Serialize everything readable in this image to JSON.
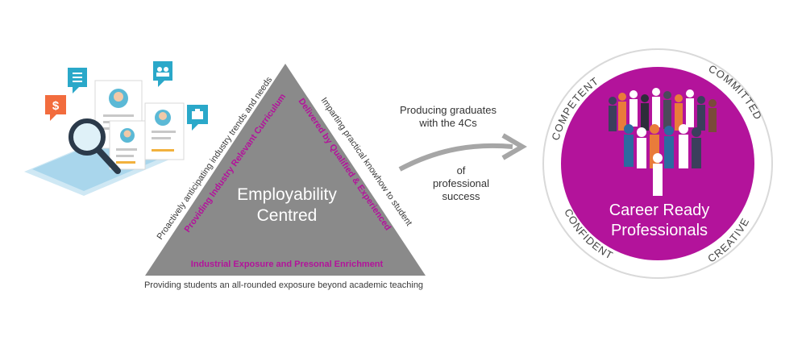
{
  "triangle": {
    "center_line1": "Employability",
    "center_line2": "Centred",
    "left_outer": "Proactively anticipating industry trends and needs",
    "left_inner": "Providing Industry Relevant Curriculum",
    "right_outer": "Imparting practical knowhow to students",
    "right_inner": "Delivered by Qualified & Experienced Faculty",
    "base_inner": "Industrial Exposure and Presonal Enrichment",
    "base_outer": "Providing students an all-rounded exposure beyond academic teaching"
  },
  "arrow": {
    "top_line1": "Producing graduates",
    "top_line2": "with the 4Cs",
    "bottom_line1": "of",
    "bottom_line2": "professional",
    "bottom_line3": "success"
  },
  "circle": {
    "title_line1": "Career Ready",
    "title_line2": "Professionals",
    "ring_words": [
      "COMPETENT",
      "COMMITTED",
      "CONFIDENT",
      "CREATIVE"
    ]
  },
  "illustration": {
    "icons": [
      "dollar-icon",
      "document-icon",
      "people-icon",
      "briefcase-icon",
      "magnifier-icon"
    ]
  },
  "colors": {
    "triangle": "#8a8a8a",
    "accent": "#b3139b",
    "arrow": "#a6a6a6",
    "teal": "#2aa8c9",
    "orange": "#f26c3d"
  }
}
